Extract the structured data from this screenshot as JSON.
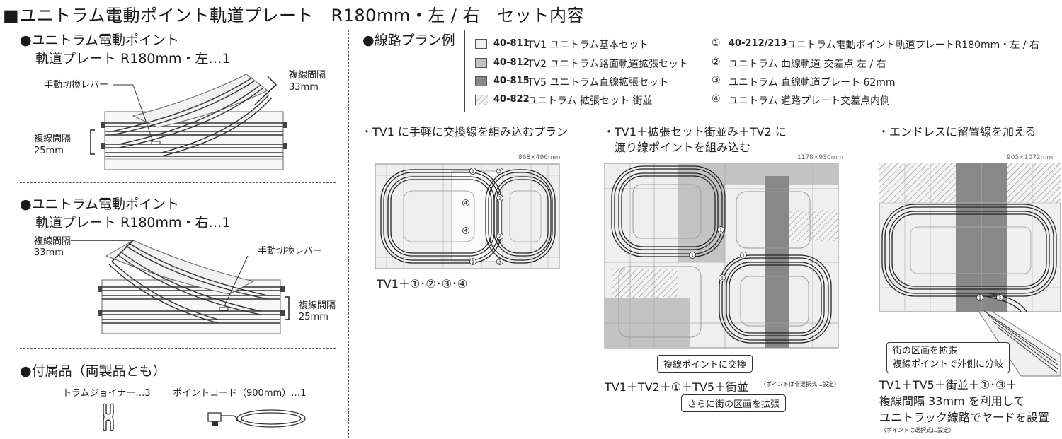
{
  "title": "■ユニトラム電動ポイント軌道プレート　R180mm・左 / 右　セット内容",
  "left_item": {
    "heading_1": "●ユニトラム電動ポイント",
    "heading_2": "軌道プレート R180mm・左…1",
    "lever_label": "手動切換レバー",
    "spacing_top_label_1": "複線間隔",
    "spacing_top_label_2": "33mm",
    "spacing_side_label_1": "複線間隔",
    "spacing_side_label_2": "25mm"
  },
  "right_item": {
    "heading_1": "●ユニトラム電動ポイント",
    "heading_2": "軌道プレート R180mm・右…1",
    "lever_label": "手動切換レバー",
    "spacing_top_label_1": "複線間隔",
    "spacing_top_label_2": "33mm",
    "spacing_side_label_1": "複線間隔",
    "spacing_side_label_2": "25mm"
  },
  "accessories": {
    "heading": "●付属品（両製品とも）",
    "joiner": "トラムジョイナー…3",
    "cord": "ポイントコード（900mm）…1"
  },
  "plans": {
    "heading": "●線路プラン例",
    "legend": [
      {
        "code": "40-811",
        "name": "TV1 ユニトラム基本セット",
        "color": "#efefef"
      },
      {
        "code": "40-812",
        "name": "TV2 ユニトラム路面軌道拡張セット",
        "color": "#c3c3c3"
      },
      {
        "code": "40-815",
        "name": "TV5 ユニトラム直線拡張セット",
        "color": "#888888"
      },
      {
        "code": "40-822",
        "name": "ユニトラム 拡張セット 街並",
        "color": "hatch"
      }
    ],
    "numbered": [
      {
        "num": "①",
        "code": "40-212/213",
        "name": "ユニトラム電動ポイント軌道プレートR180mm・左 / 右"
      },
      {
        "num": "②",
        "code": "",
        "name": "ユニトラム 曲線軌道 交差点 左 / 右"
      },
      {
        "num": "③",
        "code": "",
        "name": "ユニトラム 直線軌道プレート 62mm"
      },
      {
        "num": "④",
        "code": "",
        "name": "ユニトラム 道路プレート交差点内側"
      }
    ],
    "plan1": {
      "title": "・TV1 に手軽に交換線を組み込むプラン",
      "size": "868×496mm",
      "caption": "TV1＋①･②･③･④"
    },
    "plan2": {
      "title_1": "・TV1＋拡張セット街並み＋TV2 に",
      "title_2": "　渡り線ポイントを組み込む",
      "size": "1178×930mm",
      "callout_1": "複線ポイントに交換",
      "caption": "TV1＋TV2＋①＋TV5＋街並",
      "caption_note": "（ポイントは非選択式に設定）",
      "callout_2": "さらに街の区画を拡張"
    },
    "plan3": {
      "title": "・エンドレスに留置線を加える",
      "size": "905×1072mm",
      "callout_1": "街の区画を拡張",
      "callout_2": "複線ポイントで外側に分岐",
      "caption_1": "TV1＋TV5＋街並＋①･③＋",
      "caption_2": "複線間隔 33mm を利用して",
      "caption_3": "ユニトラック線路でヤードを設置",
      "caption_note": "（ポイントは選択式に設定）"
    }
  }
}
